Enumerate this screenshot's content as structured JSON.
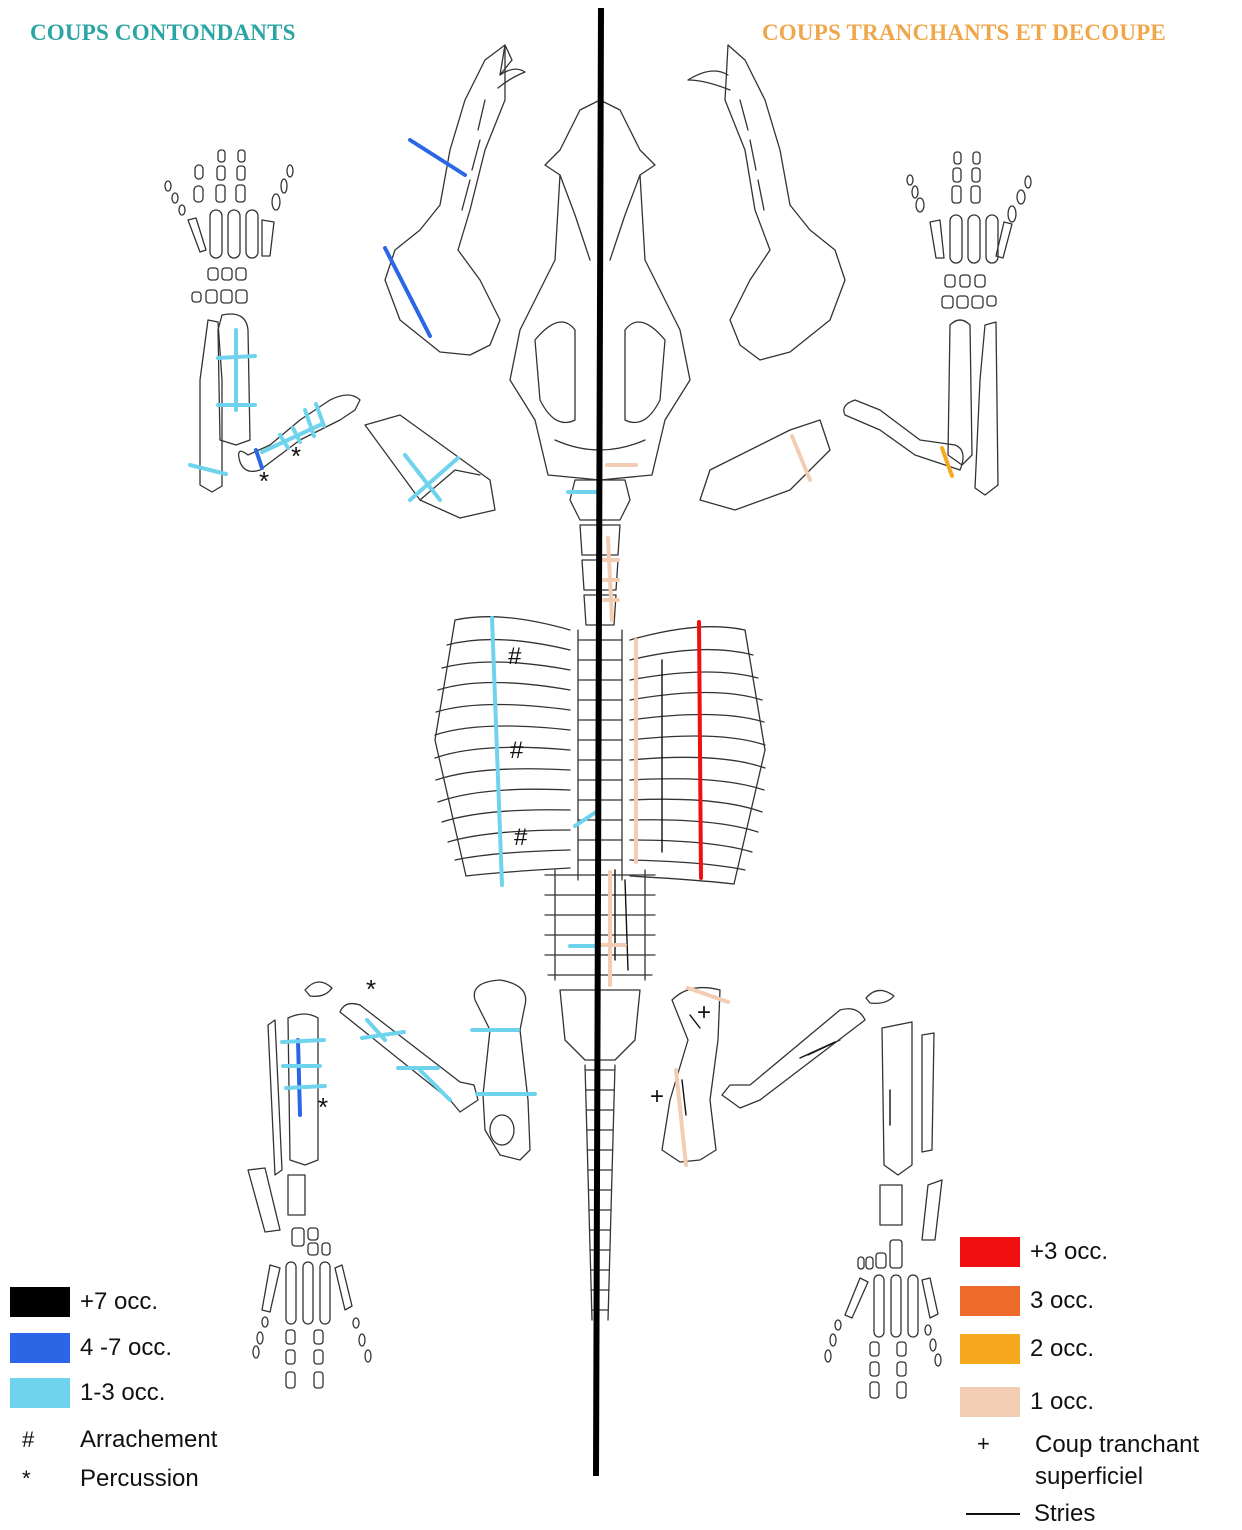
{
  "titles": {
    "left": "COUPS CONTONDANTS",
    "right": "COUPS TRANCHANTS ET DECOUPE"
  },
  "legend_left": {
    "items": [
      {
        "label": "+7 occ.",
        "color": "#000000"
      },
      {
        "label": "4 -7 occ.",
        "color": "#2a66e6"
      },
      {
        "label": "1-3 occ.",
        "color": "#6fd3ee"
      }
    ],
    "symbols": [
      {
        "symbol": "#",
        "label": "Arrachement"
      },
      {
        "symbol": "*",
        "label": "Percussion"
      }
    ]
  },
  "legend_right": {
    "items": [
      {
        "label": "+3 occ.",
        "color": "#f01010"
      },
      {
        "label": "3 occ.",
        "color": "#ee6a2a"
      },
      {
        "label": "2 occ.",
        "color": "#f7a91e"
      },
      {
        "label": "1 occ.",
        "color": "#f2cdb4"
      }
    ],
    "symbols": [
      {
        "symbol": "+",
        "label": "Coup tranchant superficiel"
      },
      {
        "symbol": "—",
        "label": "Stries"
      }
    ]
  },
  "colors": {
    "outline": "#333333",
    "divider": "#000000",
    "blunt_high": "#2a66e6",
    "blunt_low": "#6fd3ee",
    "cut_high": "#f01010",
    "cut_two": "#f7a91e",
    "cut_one": "#f2cdb4"
  }
}
